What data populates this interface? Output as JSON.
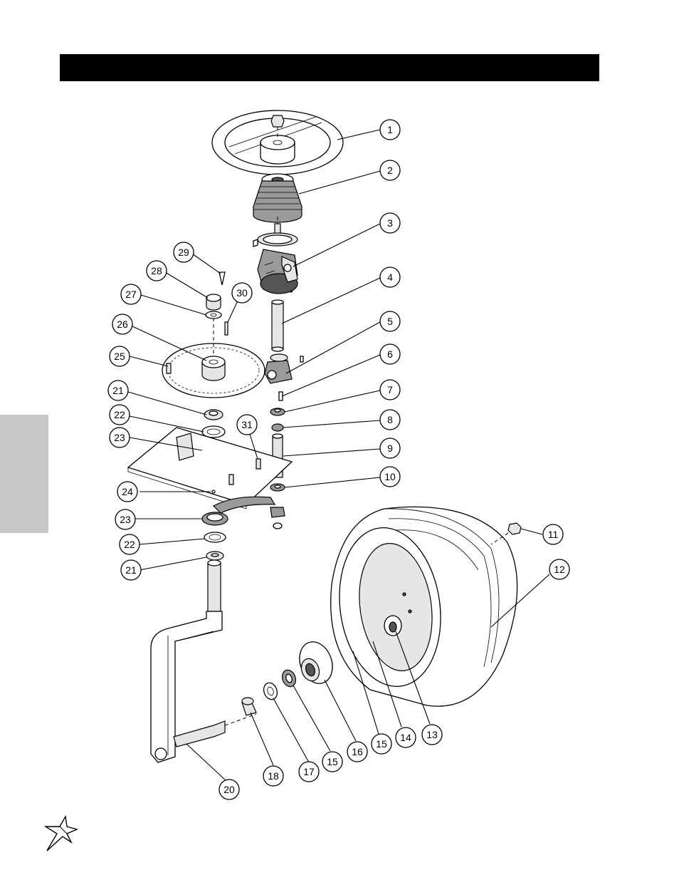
{
  "diagram": {
    "type": "exploded-parts-view",
    "callouts": [
      {
        "label": "1"
      },
      {
        "label": "2"
      },
      {
        "label": "3"
      },
      {
        "label": "4"
      },
      {
        "label": "5"
      },
      {
        "label": "6"
      },
      {
        "label": "7"
      },
      {
        "label": "8"
      },
      {
        "label": "9"
      },
      {
        "label": "10"
      },
      {
        "label": "11"
      },
      {
        "label": "12"
      },
      {
        "label": "13"
      },
      {
        "label": "14"
      },
      {
        "label": "15"
      },
      {
        "label": "15"
      },
      {
        "label": "16"
      },
      {
        "label": "17"
      },
      {
        "label": "18"
      },
      {
        "label": "20"
      },
      {
        "label": "21"
      },
      {
        "label": "21"
      },
      {
        "label": "22"
      },
      {
        "label": "22"
      },
      {
        "label": "23"
      },
      {
        "label": "23"
      },
      {
        "label": "24"
      },
      {
        "label": "25"
      },
      {
        "label": "26"
      },
      {
        "label": "27"
      },
      {
        "label": "28"
      },
      {
        "label": "29"
      },
      {
        "label": "30"
      },
      {
        "label": "31"
      }
    ]
  },
  "icons": {
    "logo": "star-burst-logo"
  }
}
